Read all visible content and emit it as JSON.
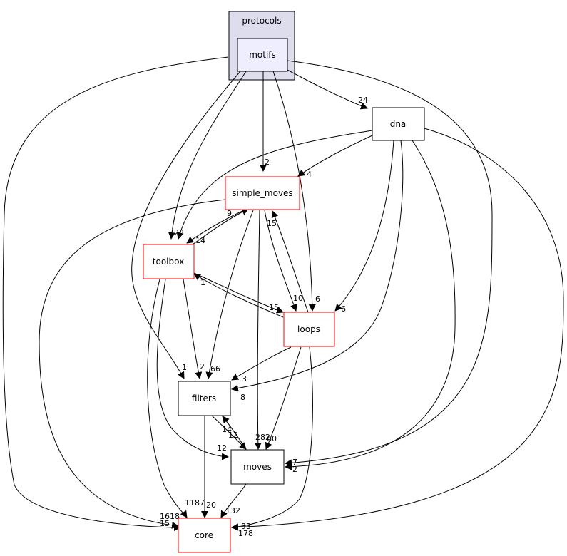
{
  "cluster": {
    "label": "protocols"
  },
  "nodes": {
    "motifs": "motifs",
    "dna": "dna",
    "simple_moves": "simple_moves",
    "toolbox": "toolbox",
    "loops": "loops",
    "filters": "filters",
    "moves": "moves",
    "core": "core"
  },
  "edge_labels": {
    "motifs_dna": "24",
    "motifs_simple_moves": "2",
    "motifs_toolbox": "23",
    "motifs_loops": "6",
    "motifs_filters": "1",
    "motifs_core": "1618",
    "motifs_moves": "7",
    "dna_simple_moves": "4",
    "dna_loops": "6",
    "dna_filters": "8",
    "dna_core": "93",
    "dna_moves": "2",
    "dna_toolbox": "14",
    "simple_moves_toolbox": "14",
    "simple_moves_loops": "10",
    "simple_moves_filters": "66",
    "simple_moves_moves": "282",
    "simple_moves_core": "15",
    "toolbox_simple_moves": "9",
    "toolbox_loops": "15",
    "toolbox_filters": "2",
    "toolbox_moves": "12",
    "toolbox_core": "1187",
    "loops_simple_moves": "15",
    "loops_toolbox": "1",
    "loops_filters": "3",
    "loops_moves": "60",
    "loops_core": "178",
    "filters_moves": "12",
    "filters_core": "20",
    "moves_filters": "14",
    "moves_core": "132"
  },
  "colors": {
    "cluster_fill": "#ddddee",
    "motifs_fill": "#eeeeff",
    "red_border": "#ff0000",
    "black_border": "#000000"
  }
}
